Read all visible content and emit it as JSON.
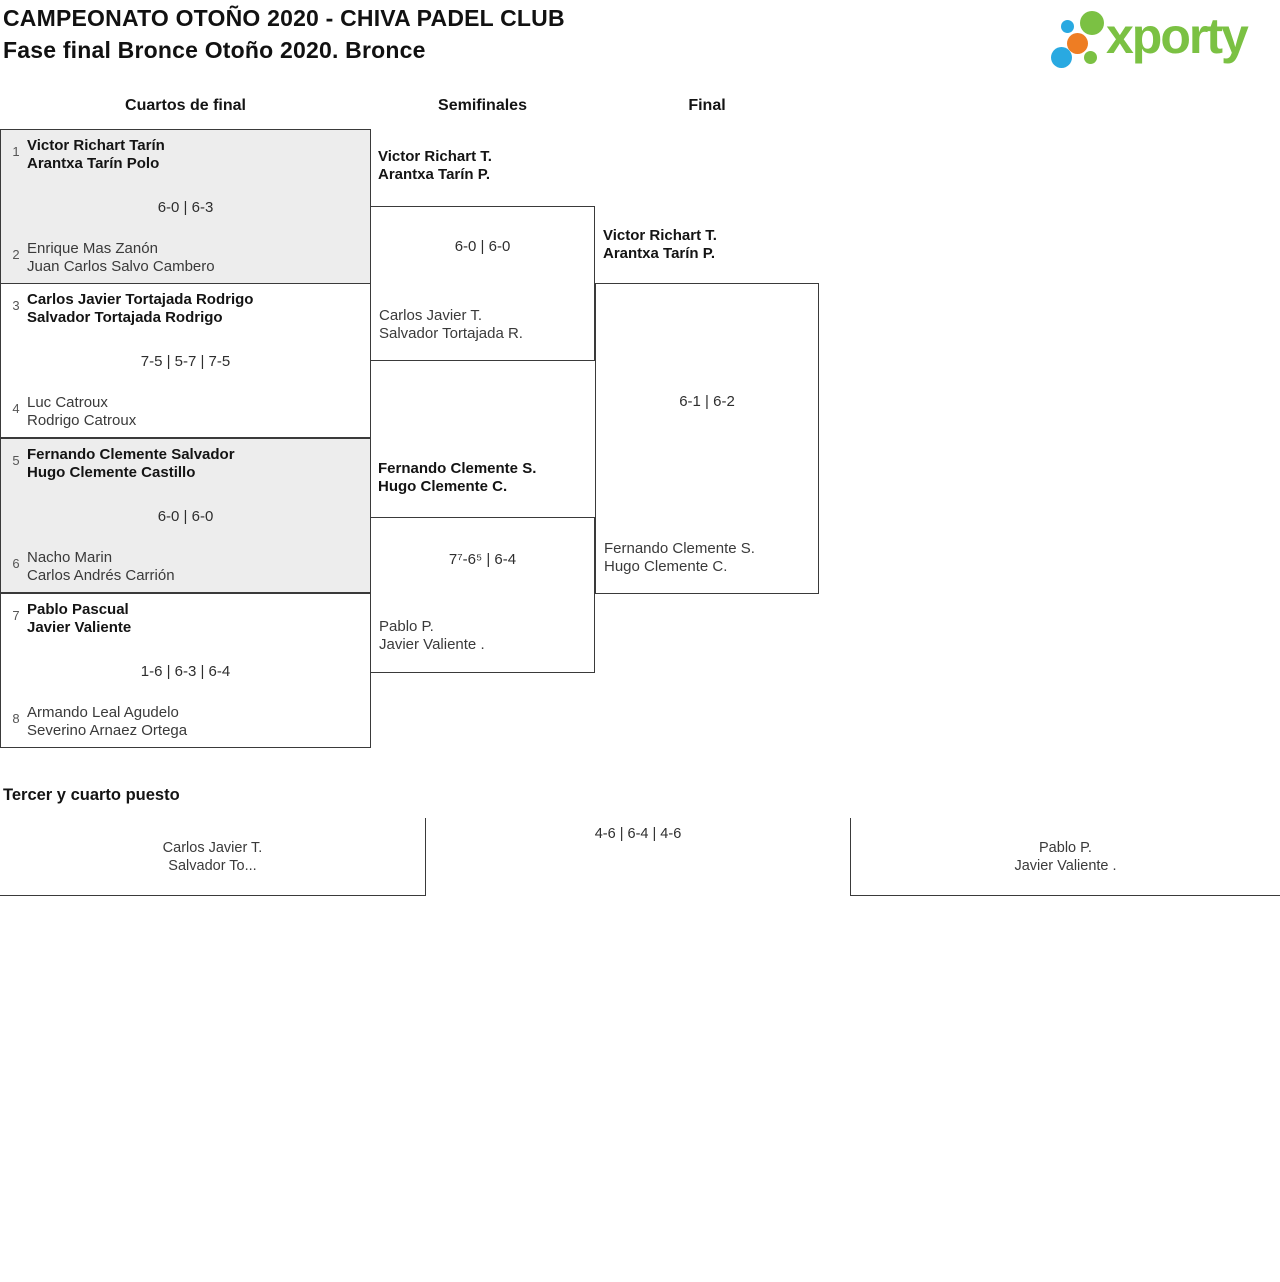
{
  "header": {
    "title_line1": "CAMPEONATO OTOÑO 2020 - CHIVA PADEL CLUB",
    "title_line2": "Fase final Bronce Otoño 2020. Bronce",
    "logo_text": "xporty"
  },
  "round_headers": {
    "quarterfinals": "Cuartos de final",
    "semifinals": "Semifinales",
    "final": "Final"
  },
  "qf_matches": [
    {
      "seed_top": "1",
      "top1": "Victor Richart Tarín",
      "top2": "Arantxa Tarín Polo",
      "score": "6-0 | 6-3",
      "seed_bottom": "2",
      "bot1": "Enrique Mas Zanón",
      "bot2": "Juan Carlos Salvo Cambero"
    },
    {
      "seed_top": "3",
      "top1": "Carlos Javier Tortajada Rodrigo",
      "top2": "Salvador Tortajada Rodrigo",
      "score": "7-5 | 5-7 | 7-5",
      "seed_bottom": "4",
      "bot1": "Luc Catroux",
      "bot2": "Rodrigo Catroux"
    },
    {
      "seed_top": "5",
      "top1": "Fernando Clemente Salvador",
      "top2": "Hugo Clemente Castillo",
      "score": "6-0 | 6-0",
      "seed_bottom": "6",
      "bot1": "Nacho Marin",
      "bot2": "Carlos Andrés Carrión"
    },
    {
      "seed_top": "7",
      "top1": "Pablo Pascual",
      "top2": "Javier Valiente",
      "score": "1-6 | 6-3 | 6-4",
      "seed_bottom": "8",
      "bot1": "Armando Leal Agudelo",
      "bot2": "Severino Arnaez Ortega"
    }
  ],
  "sf_matches": [
    {
      "top1": "Victor Richart T.",
      "top2": "Arantxa Tarín P.",
      "score": "6-0 | 6-0",
      "bot1": "Carlos Javier T.",
      "bot2": "Salvador Tortajada R."
    },
    {
      "top1": "Fernando Clemente S.",
      "top2": "Hugo Clemente C.",
      "score": "7⁷-6⁵ | 6-4",
      "bot1": "Pablo P.",
      "bot2": "Javier Valiente ."
    }
  ],
  "final_match": {
    "top1": "Victor Richart T.",
    "top2": "Arantxa Tarín P.",
    "score": "6-1 | 6-2",
    "bot1": "Fernando Clemente S.",
    "bot2": "Hugo Clemente C."
  },
  "third_place": {
    "heading": "Tercer y cuarto puesto",
    "left1": "Carlos Javier T.",
    "left2": "Salvador To...",
    "score": "4-6 | 6-4 | 4-6",
    "right1": "Pablo P.",
    "right2": "Javier Valiente ."
  },
  "colors": {
    "logo_green": "#7bc143",
    "logo_blue": "#29a9e1",
    "logo_orange": "#ee7d23",
    "box_gray_background": "#ededed",
    "box_border": "#3a3a3a"
  }
}
